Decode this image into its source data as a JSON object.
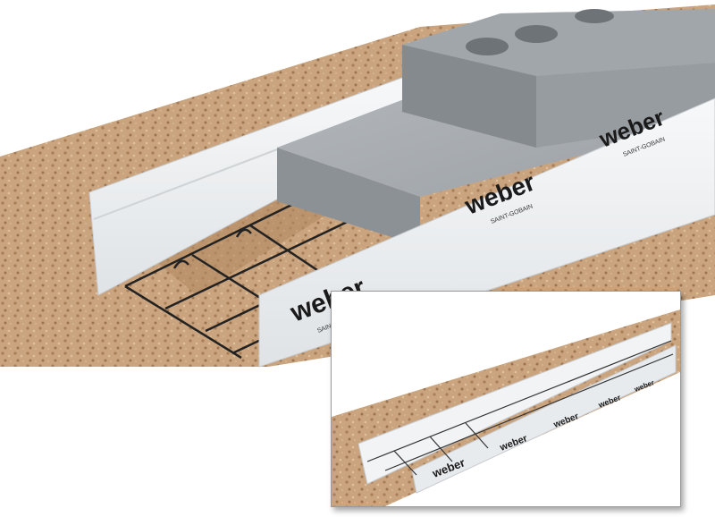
{
  "main_image": {
    "brand_labels": [
      "weber",
      "weber",
      "weber"
    ],
    "brand_sublabel": "SAINT-GOBAIN",
    "colors": {
      "gravel": "#c9a47e",
      "formwork": "#eceff2",
      "concrete": "#9a9fa4",
      "block": "#8e9398",
      "rebar": "#222222"
    }
  },
  "inset_image": {
    "brand_labels": [
      "weber",
      "weber",
      "weber",
      "weber",
      "weber"
    ]
  }
}
